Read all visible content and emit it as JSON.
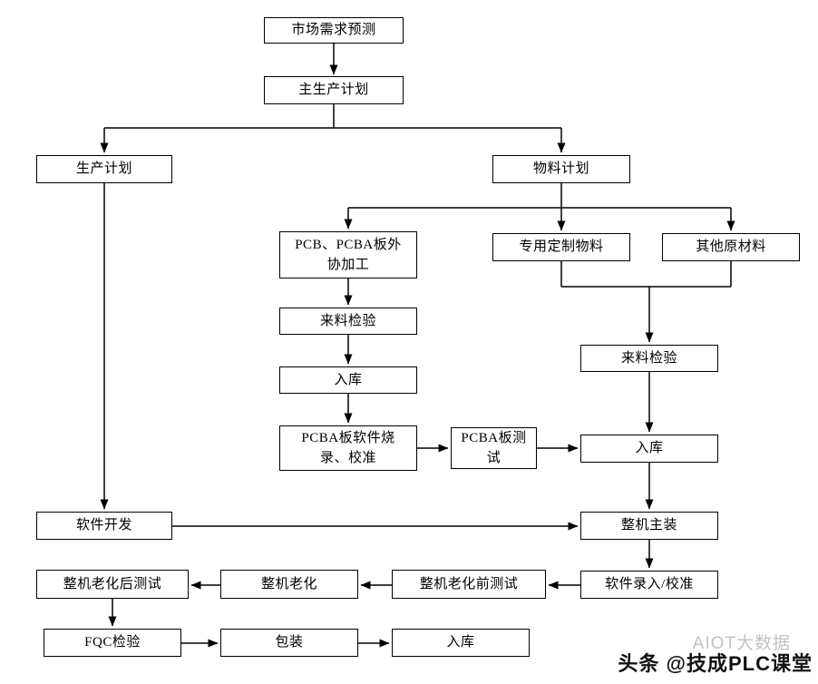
{
  "nodes": {
    "market_forecast": {
      "label": "市场需求预测"
    },
    "master_plan": {
      "label": "主生产计划"
    },
    "production_plan": {
      "label": "生产计划"
    },
    "material_plan": {
      "label": "物料计划"
    },
    "pcb_outsource": {
      "label": "PCB、PCBA板外协加工"
    },
    "custom_material": {
      "label": "专用定制物料"
    },
    "other_material": {
      "label": "其他原材料"
    },
    "incoming_inspection_left": {
      "label": "来料检验"
    },
    "warehouse_left": {
      "label": "入库"
    },
    "pcba_burn": {
      "label": "PCBA板软件烧录、校准"
    },
    "pcba_test": {
      "label": "PCBA板测试"
    },
    "incoming_inspection_right": {
      "label": "来料检验"
    },
    "warehouse_right": {
      "label": "入库"
    },
    "assembly": {
      "label": "整机主装"
    },
    "software_dev": {
      "label": "软件开发"
    },
    "software_entry": {
      "label": "软件录入/校准"
    },
    "pre_aging_test": {
      "label": "整机老化前测试"
    },
    "aging": {
      "label": "整机老化"
    },
    "post_aging_test": {
      "label": "整机老化后测试"
    },
    "fqc_inspection": {
      "label": "FQC检验"
    },
    "packing": {
      "label": "包装"
    },
    "warehouse_final": {
      "label": "入库"
    }
  },
  "edges": [
    {
      "from": "market_forecast",
      "to": "master_plan"
    },
    {
      "from": "master_plan",
      "to": "production_plan"
    },
    {
      "from": "master_plan",
      "to": "material_plan"
    },
    {
      "from": "material_plan",
      "to": "pcb_outsource"
    },
    {
      "from": "material_plan",
      "to": "custom_material"
    },
    {
      "from": "material_plan",
      "to": "other_material"
    },
    {
      "from": "pcb_outsource",
      "to": "incoming_inspection_left"
    },
    {
      "from": "incoming_inspection_left",
      "to": "warehouse_left"
    },
    {
      "from": "warehouse_left",
      "to": "pcba_burn"
    },
    {
      "from": "pcba_burn",
      "to": "pcba_test"
    },
    {
      "from": "pcba_test",
      "to": "warehouse_right"
    },
    {
      "from": "custom_material",
      "to": "incoming_inspection_right"
    },
    {
      "from": "other_material",
      "to": "incoming_inspection_right"
    },
    {
      "from": "incoming_inspection_right",
      "to": "warehouse_right"
    },
    {
      "from": "warehouse_right",
      "to": "assembly"
    },
    {
      "from": "production_plan",
      "to": "software_dev"
    },
    {
      "from": "software_dev",
      "to": "assembly"
    },
    {
      "from": "assembly",
      "to": "software_entry"
    },
    {
      "from": "software_entry",
      "to": "pre_aging_test"
    },
    {
      "from": "pre_aging_test",
      "to": "aging"
    },
    {
      "from": "aging",
      "to": "post_aging_test"
    },
    {
      "from": "post_aging_test",
      "to": "fqc_inspection"
    },
    {
      "from": "fqc_inspection",
      "to": "packing"
    },
    {
      "from": "packing",
      "to": "warehouse_final"
    }
  ],
  "watermark": {
    "brand": "头条",
    "handle": "@技成PLC课堂",
    "faint": "AIOT大数据"
  },
  "colors": {
    "line": "#000000",
    "box_border": "#000000",
    "background": "#ffffff",
    "watermark_faint": "#c3c3c3",
    "watermark_dark": "#121212"
  }
}
